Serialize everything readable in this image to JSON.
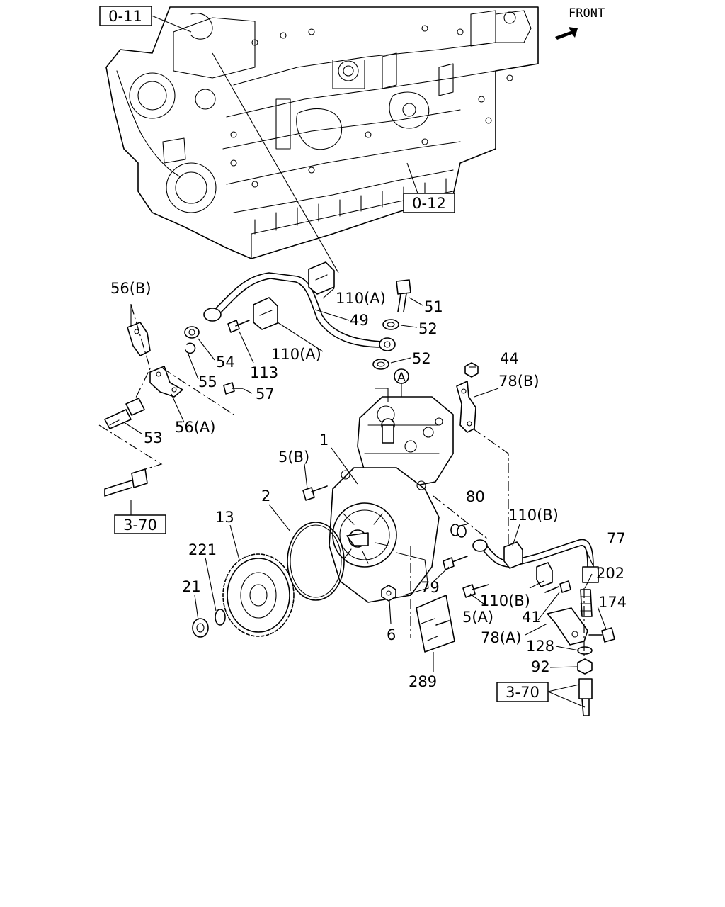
{
  "diagram": {
    "orientation_label": "FRONT",
    "reference_boxes": [
      "0-11",
      "0-12",
      "3-70",
      "3-70"
    ],
    "callouts": {
      "p1": "1",
      "p2": "2",
      "p5a": "5(A)",
      "p5b": "5(B)",
      "p6": "6",
      "p13": "13",
      "p21": "21",
      "p41": "41",
      "p44": "44",
      "p49": "49",
      "p51": "51",
      "p52a": "52",
      "p52b": "52",
      "p53": "53",
      "p54": "54",
      "p55": "55",
      "p56a": "56(A)",
      "p56b": "56(B)",
      "p57": "57",
      "p77": "77",
      "p78a": "78(A)",
      "p78b": "78(B)",
      "p79": "79",
      "p80": "80",
      "p92": "92",
      "p110a1": "110(A)",
      "p110a2": "110(A)",
      "p110b1": "110(B)",
      "p110b2": "110(B)",
      "p113": "113",
      "p128": "128",
      "p174": "174",
      "p202": "202",
      "p221": "221",
      "p289": "289"
    },
    "circle_marker": "A"
  }
}
